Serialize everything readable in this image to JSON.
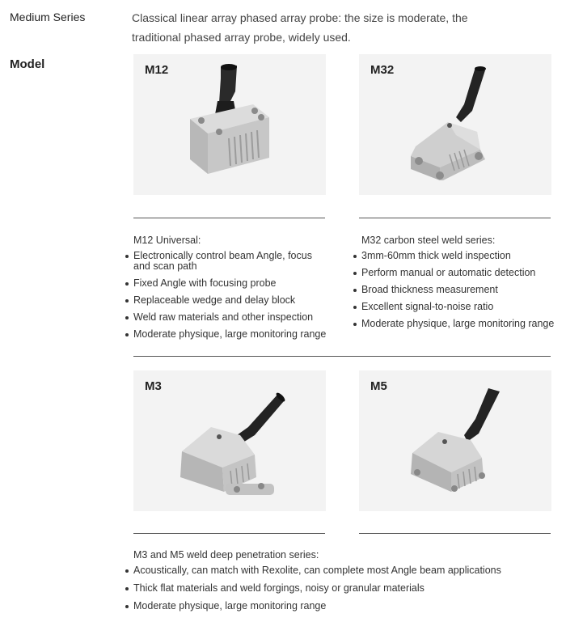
{
  "series": {
    "label": "Medium Series",
    "description": "Classical linear array phased array probe: the size is moderate, the traditional phased array probe, widely used."
  },
  "model_label": "Model",
  "cards": [
    {
      "title": "M12",
      "icon": "probe-image-m12"
    },
    {
      "title": "M32",
      "icon": "probe-image-m32"
    },
    {
      "title": "M3",
      "icon": "probe-image-m3"
    },
    {
      "title": "M5",
      "icon": "probe-image-m5"
    }
  ],
  "m12": {
    "title": "M12 Universal:",
    "features": [
      "Electronically control beam Angle, focus and scan path",
      "Fixed Angle with focusing probe",
      "Replaceable wedge and delay block",
      "Weld raw materials and other inspection",
      "Moderate physique, large monitoring range"
    ]
  },
  "m32": {
    "title": "M32 carbon steel weld series:",
    "features": [
      "3mm-60mm thick weld inspection",
      "Perform manual or automatic detection",
      "Broad thickness measurement",
      "Excellent signal-to-noise ratio",
      "Moderate physique, large monitoring range"
    ]
  },
  "m3m5": {
    "title": "M3 and M5 weld deep penetration series:",
    "features": [
      "Acoustically, can match with Rexolite, can complete most Angle beam applications",
      "Thick flat materials and weld forgings, noisy or granular materials",
      "Moderate physique, large monitoring range"
    ]
  },
  "colors": {
    "card_bg": "#f3f3f3",
    "probe_body": "#c9c9c9",
    "probe_cable": "#222222"
  }
}
